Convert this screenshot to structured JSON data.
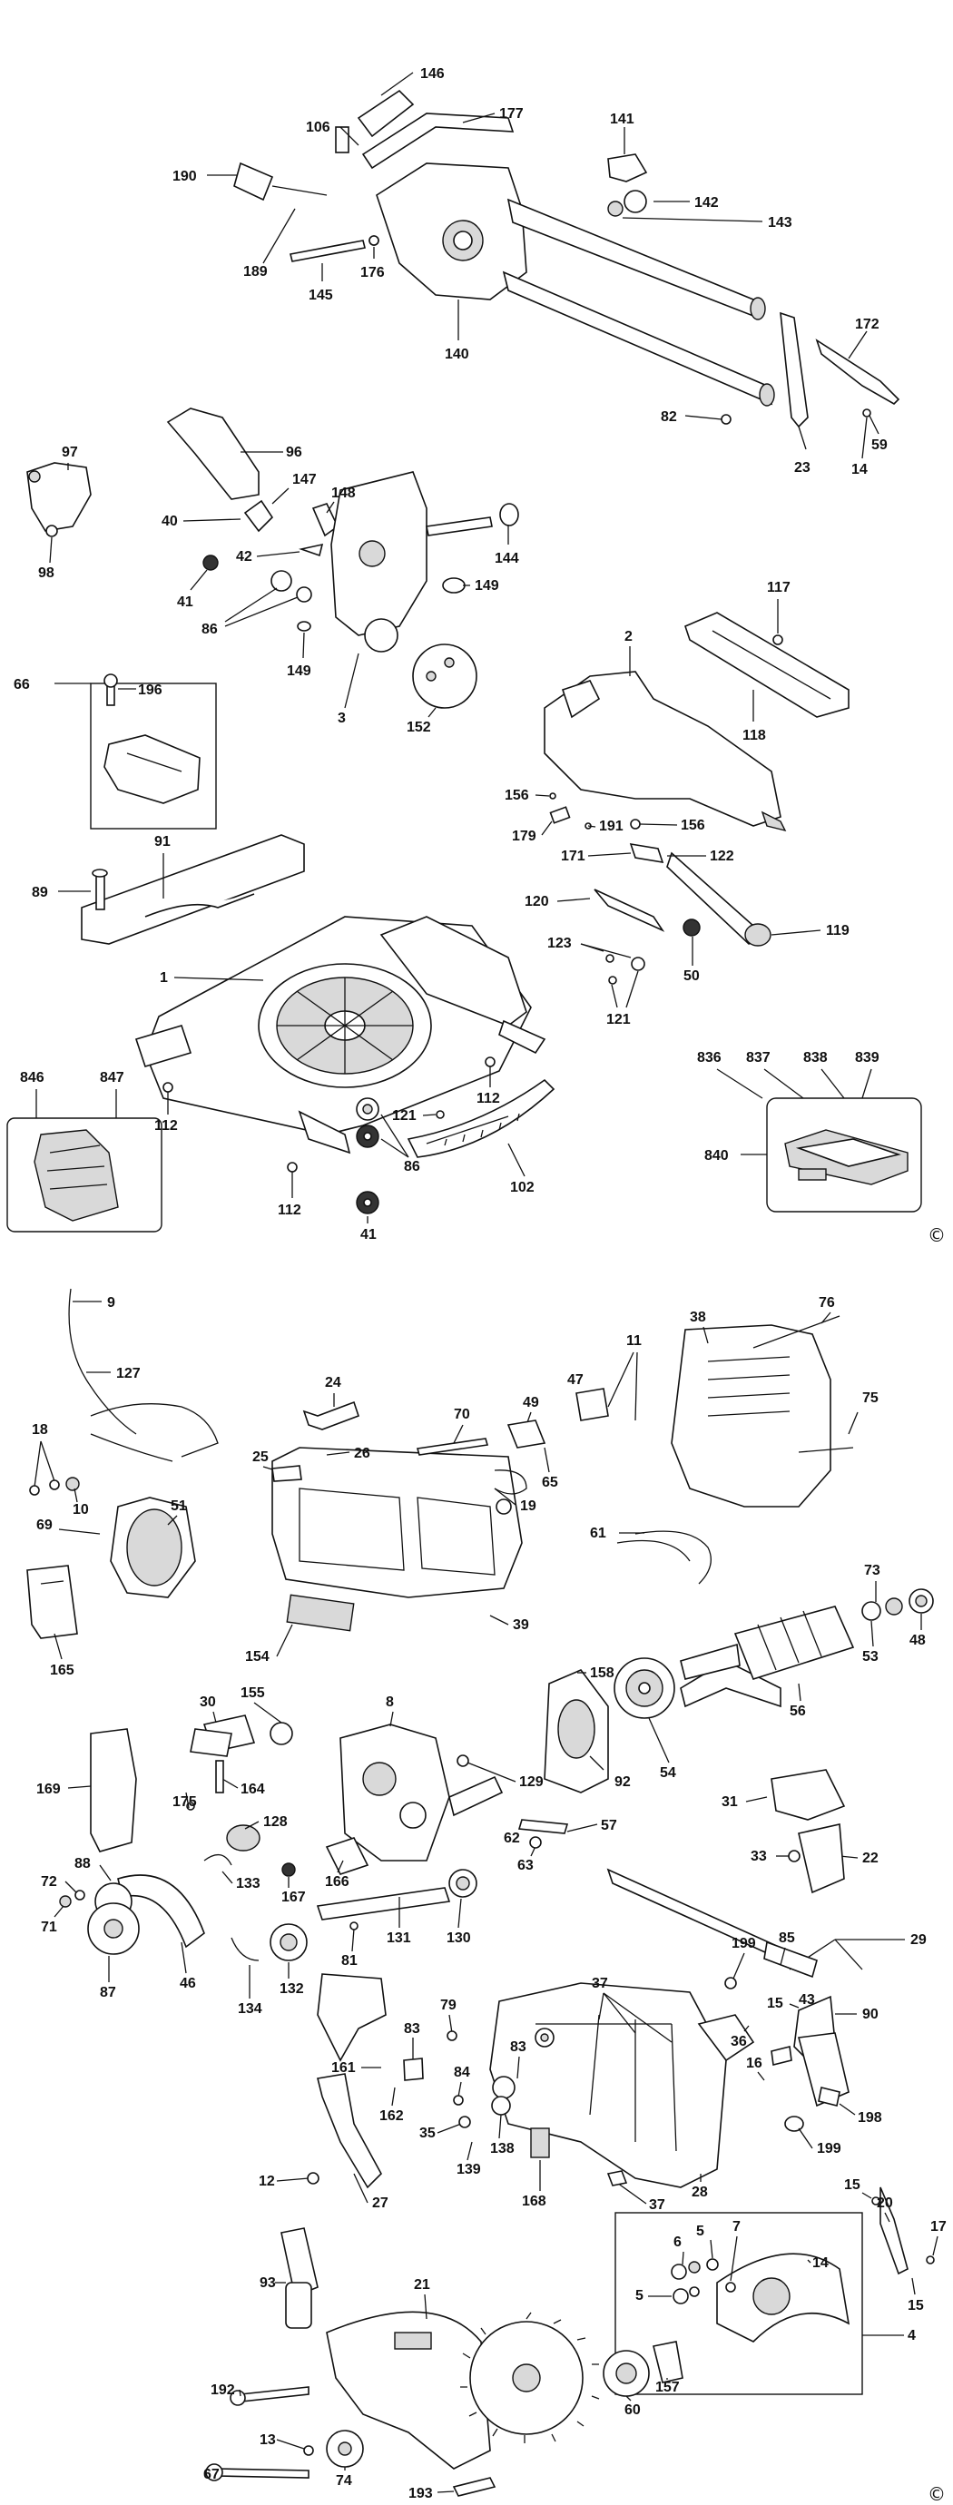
{
  "diagram": {
    "copyright_mark": "©",
    "section_top_labels": [
      "146",
      "106",
      "177",
      "141",
      "190",
      "142",
      "143",
      "189",
      "145",
      "176",
      "140",
      "172",
      "82",
      "59",
      "23",
      "14",
      "97",
      "96",
      "147",
      "148",
      "40",
      "144",
      "42",
      "98",
      "41",
      "149",
      "86",
      "149",
      "3",
      "152",
      "117",
      "66",
      "196",
      "2",
      "118",
      "156",
      "179",
      "191",
      "156",
      "171",
      "122",
      "91",
      "89",
      "120",
      "119",
      "123",
      "50",
      "121",
      "1",
      "112",
      "121",
      "112",
      "86",
      "102",
      "112",
      "41",
      "846",
      "847",
      "836",
      "837",
      "838",
      "839",
      "840"
    ],
    "section_bottom_labels": [
      "9",
      "127",
      "11",
      "38",
      "76",
      "47",
      "24",
      "18",
      "70",
      "49",
      "75",
      "26",
      "25",
      "10",
      "65",
      "69",
      "19",
      "51",
      "61",
      "73",
      "39",
      "48",
      "53",
      "154",
      "165",
      "158",
      "56",
      "155",
      "8",
      "54",
      "30",
      "92",
      "129",
      "169",
      "164",
      "175",
      "31",
      "128",
      "57",
      "62",
      "166",
      "33",
      "22",
      "88",
      "133",
      "167",
      "63",
      "72",
      "71",
      "29",
      "46",
      "87",
      "81",
      "131",
      "130",
      "132",
      "134",
      "199",
      "85",
      "90",
      "37",
      "79",
      "15",
      "43",
      "83",
      "36",
      "161",
      "16",
      "84",
      "83",
      "162",
      "35",
      "198",
      "138",
      "139",
      "199",
      "27",
      "12",
      "168",
      "37",
      "28",
      "15",
      "20",
      "17",
      "5",
      "7",
      "6",
      "14",
      "93",
      "21",
      "5",
      "15",
      "4",
      "192",
      "60",
      "157",
      "13",
      "67",
      "74",
      "193"
    ]
  }
}
